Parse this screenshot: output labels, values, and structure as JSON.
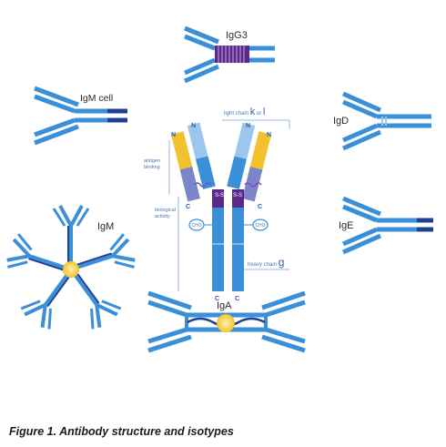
{
  "labels": {
    "igg3": "IgG3",
    "igm_cell": "IgM cell",
    "igd": "IgD",
    "igm": "IgM",
    "ige": "IgE",
    "iga": "IgA"
  },
  "annotations": {
    "light_chain_prefix": "light chain",
    "light_chain_k": "k",
    "light_chain_or": "or",
    "light_chain_l": "l",
    "heavy_chain_prefix": "heavy chain",
    "heavy_chain_g": "g",
    "antigen_binding_1": "antigen",
    "antigen_binding_2": "binding",
    "biological_activity_1": "biological",
    "biological_activity_2": "activity",
    "n_left_outer": "N",
    "n_left_inner": "N",
    "n_right_inner": "N",
    "n_right_outer": "N",
    "c_left_light": "C",
    "c_right_light": "C",
    "c_left_heavy": "C",
    "c_right_heavy": "C",
    "cho": "CHO",
    "ss": "S-S"
  },
  "caption": "Figure 1. Antibody structure and isotypes",
  "colors": {
    "heavy": "#3a8fd9",
    "heavy_light": "#5aa8e8",
    "dark": "#1f3f8f",
    "purple": "#5a2a8a",
    "yellow": "#f2c12e",
    "light_chain": "#7a86c8",
    "pale": "#9cc6ee"
  }
}
